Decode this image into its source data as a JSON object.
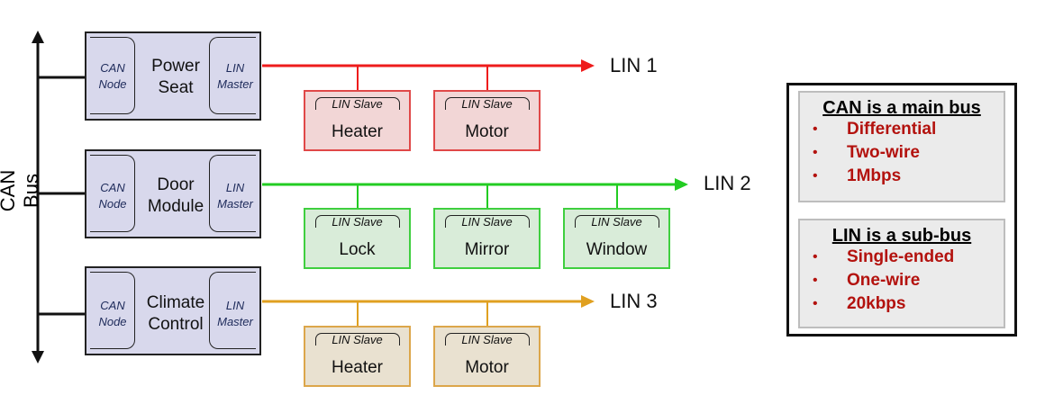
{
  "can_bus_label": "CAN Bus",
  "ecus": [
    {
      "node_label_1": "CAN",
      "node_label_2": "Node",
      "name_1": "Power",
      "name_2": "Seat",
      "master_1": "LIN",
      "master_2": "Master"
    },
    {
      "node_label_1": "CAN",
      "node_label_2": "Node",
      "name_1": "Door",
      "name_2": "Module",
      "master_1": "LIN",
      "master_2": "Master"
    },
    {
      "node_label_1": "CAN",
      "node_label_2": "Node",
      "name_1": "Climate",
      "name_2": "Control",
      "master_1": "LIN",
      "master_2": "Master"
    }
  ],
  "lin_buses": [
    {
      "label": "LIN 1",
      "color": "#ee1c1c",
      "slave_fill": "#f2d6d6",
      "slave_border": "#e04848",
      "slaves": [
        {
          "tag": "LIN Slave",
          "name": "Heater"
        },
        {
          "tag": "LIN Slave",
          "name": "Motor"
        }
      ]
    },
    {
      "label": "LIN 2",
      "color": "#22cc22",
      "slave_fill": "#d9ecd9",
      "slave_border": "#3fcf3f",
      "slaves": [
        {
          "tag": "LIN Slave",
          "name": "Lock"
        },
        {
          "tag": "LIN Slave",
          "name": "Mirror"
        },
        {
          "tag": "LIN Slave",
          "name": "Window"
        }
      ]
    },
    {
      "label": "LIN 3",
      "color": "#e0a020",
      "slave_fill": "#e9e1d0",
      "slave_border": "#dca64a",
      "slaves": [
        {
          "tag": "LIN Slave",
          "name": "Heater"
        },
        {
          "tag": "LIN Slave",
          "name": "Motor"
        }
      ]
    }
  ],
  "info": {
    "can_title": "CAN is a main bus",
    "can_points": [
      "Differential",
      "Two-wire",
      "1Mbps"
    ],
    "lin_title": "LIN is a sub-bus",
    "lin_points": [
      "Single-ended",
      "One-wire",
      "20kbps"
    ],
    "bullet_char": "•",
    "bullet_color": "#b3120e"
  }
}
